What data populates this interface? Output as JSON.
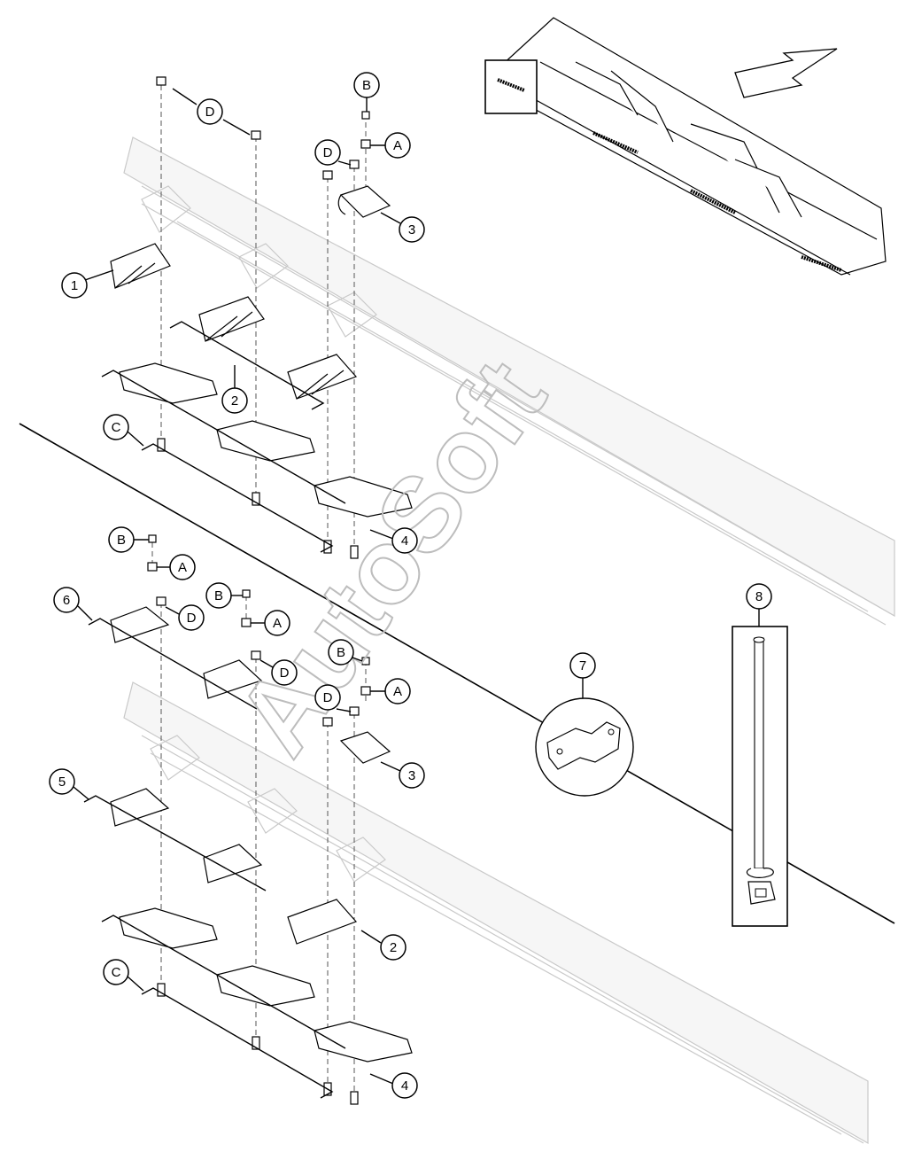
{
  "watermark": {
    "text": "AutoSoft"
  },
  "callouts": {
    "c1": "1",
    "c2a": "2",
    "c2b": "2",
    "c3a": "3",
    "c3b": "3",
    "c4a": "4",
    "c4b": "4",
    "c5": "5",
    "c6": "6",
    "c7": "7",
    "c8": "8",
    "A1": "A",
    "A2": "A",
    "A3": "A",
    "A4": "A",
    "B1": "B",
    "B2": "B",
    "B3": "B",
    "B4": "B",
    "C1": "C",
    "C2": "C",
    "D1": "D",
    "D2": "D",
    "D3": "D",
    "D4": "D",
    "D5": "D"
  }
}
